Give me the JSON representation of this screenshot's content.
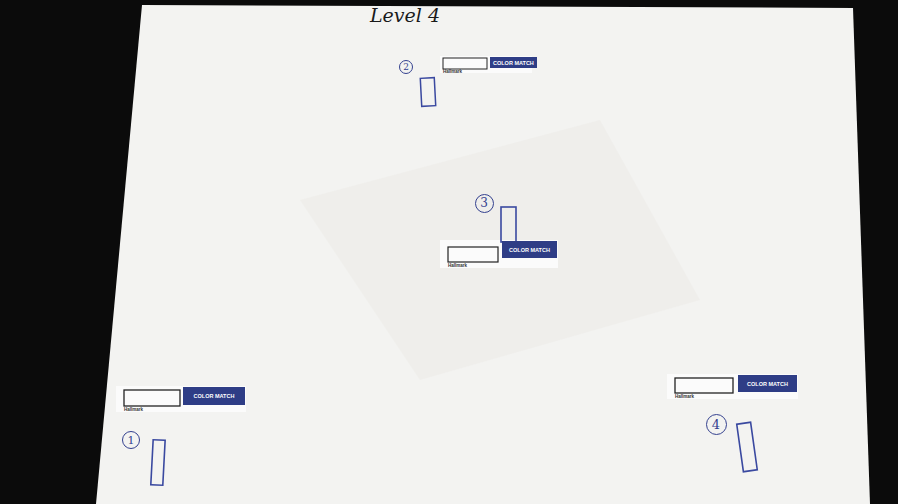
{
  "diagram": {
    "title": "Level 4",
    "nodes": [
      {
        "text": [
          "2"
        ]
      },
      {
        "text": [
          "COLOR MATCH"
        ]
      },
      {
        "text": [
          "3"
        ]
      },
      {
        "text": [
          "COLOR MATCH"
        ]
      },
      {
        "text": [
          "COLOR MATCH"
        ]
      },
      {
        "text": [
          "COLOR MATCH"
        ]
      },
      {
        "text": [
          "1"
        ]
      },
      {
        "text": [
          "4"
        ]
      }
    ],
    "labels": [
      "Hallmark",
      "Hallmark",
      "Hallmark",
      "Hallmark"
    ]
  }
}
